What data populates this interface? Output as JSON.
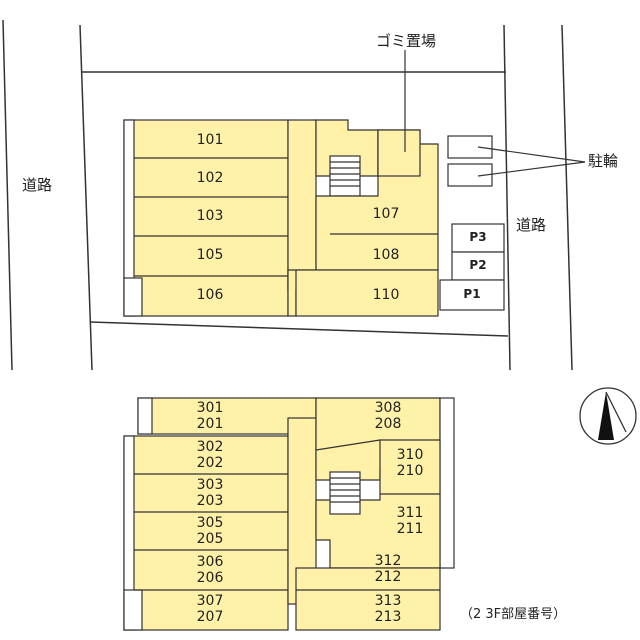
{
  "labels": {
    "garbage": "ゴミ置場",
    "bicycle": "駐輪",
    "road_left": "道路",
    "road_right": "道路",
    "floor_note": "（2 3F部屋番号）"
  },
  "parking": [
    "P3",
    "P2",
    "P1"
  ],
  "ground_floor": {
    "left_units": [
      "101",
      "102",
      "103",
      "105",
      "106"
    ],
    "right_units": [
      "107",
      "108",
      "110"
    ]
  },
  "upper_floors": {
    "left_units": [
      {
        "top": "301",
        "bottom": "201"
      },
      {
        "top": "302",
        "bottom": "202"
      },
      {
        "top": "303",
        "bottom": "203"
      },
      {
        "top": "305",
        "bottom": "205"
      },
      {
        "top": "306",
        "bottom": "206"
      },
      {
        "top": "307",
        "bottom": "207"
      }
    ],
    "right_units": [
      {
        "top": "308",
        "bottom": "208"
      },
      {
        "top": "310",
        "bottom": "210"
      },
      {
        "top": "311",
        "bottom": "211"
      },
      {
        "top": "312",
        "bottom": "212"
      },
      {
        "top": "313",
        "bottom": "213"
      }
    ]
  },
  "colors": {
    "unit_fill": "#fff2a8",
    "line": "#333333"
  }
}
